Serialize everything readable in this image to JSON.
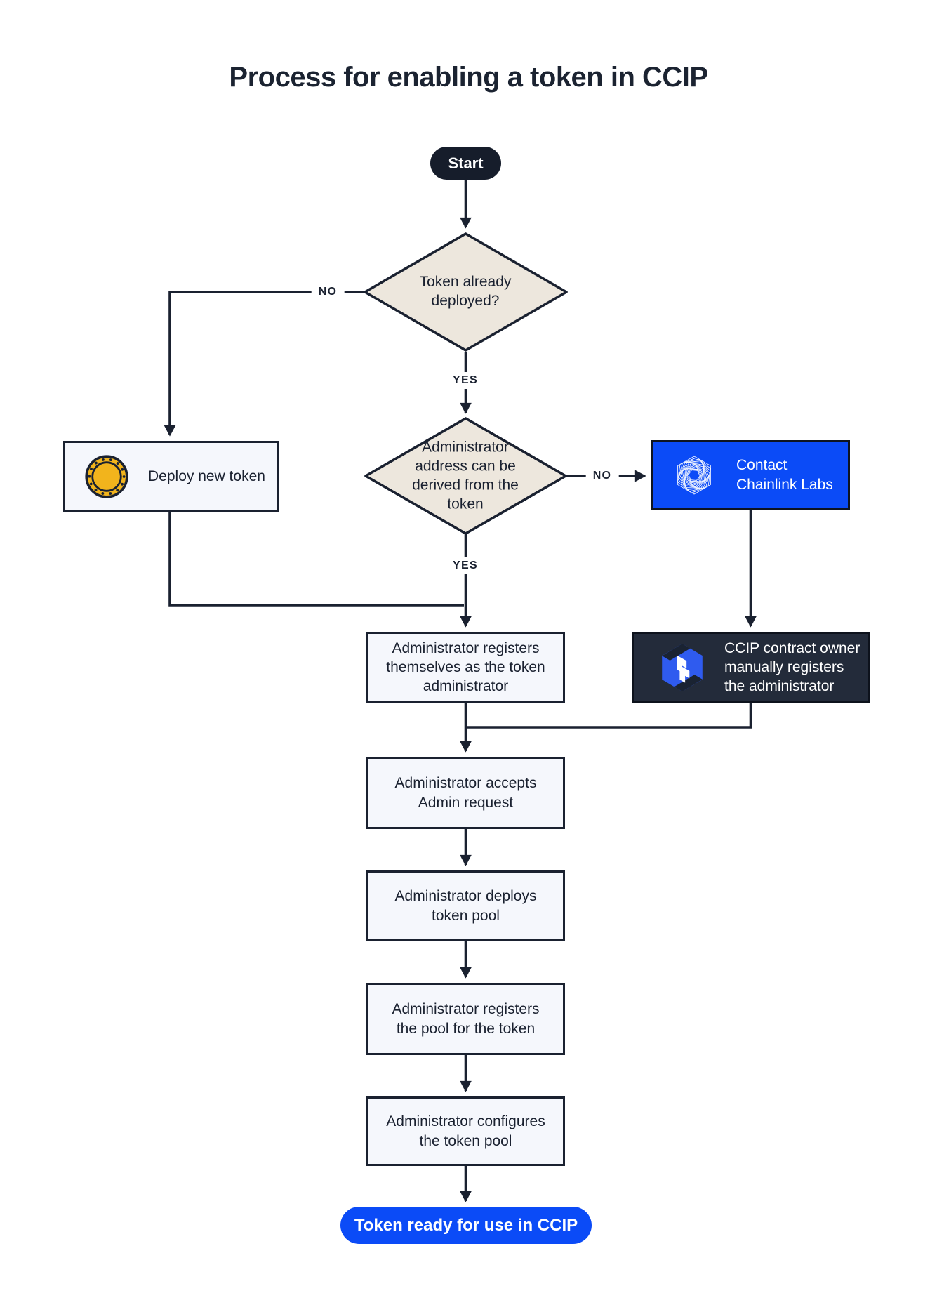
{
  "title": "Process for enabling a token in CCIP",
  "labels": {
    "no": "NO",
    "yes": "YES"
  },
  "nodes": {
    "start": "Start",
    "decision_token_deployed": "Token already deployed?",
    "deploy_new_token": "Deploy new token",
    "decision_admin_derivable": "Administrator address can be derived from the token",
    "contact_chainlink_labs": "Contact Chainlink Labs",
    "admin_registers_self": "Administrator registers themselves as the token administrator",
    "ccip_owner_registers_admin": "CCIP contract owner manually registers the administrator",
    "admin_accepts_request": "Administrator accepts Admin request",
    "admin_deploys_pool": "Administrator deploys token pool",
    "admin_registers_pool": "Administrator registers the pool for the token",
    "admin_configures_pool": "Administrator configures the token pool",
    "end": "Token ready for use in CCIP"
  },
  "icons": {
    "coin": "token-coin-icon",
    "chainlink_labs": "chainlink-labs-logo-icon",
    "ccip": "ccip-logo-icon"
  },
  "colors": {
    "ink": "#1A2130",
    "diamond_fill": "#EDE7DD",
    "light_box": "#F5F7FC",
    "blue": "#0B4BF7",
    "dark_box": "#232B3A",
    "coin_gold": "#F2B41C",
    "ccip_blue": "#2F5BEF"
  }
}
